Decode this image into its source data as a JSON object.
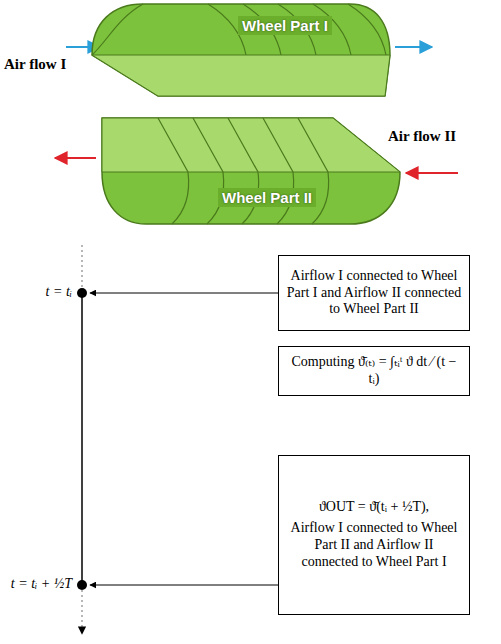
{
  "diagram": {
    "nodes": [
      {
        "text": [
          "Wheel Part I"
        ]
      },
      {
        "text": [
          "Wheel Part II"
        ]
      },
      {
        "text": [
          "Airflow I connected to Wheel Part I and Airflow II connected to Wheel Part II"
        ]
      },
      {
        "text": [
          "Computing ϑ̄₍ₜ₎ = ∫ₜᵢᵗ ϑ dt ⁄ (t − tᵢ)"
        ]
      },
      {
        "text": [
          "ϑOUT = ϑ̄(tᵢ + ½T),",
          "Airflow I connected to Wheel Part II and Airflow II connected to Wheel Part I"
        ]
      }
    ],
    "labels": [
      "Air flow I",
      "Air flow II",
      "t = tᵢ",
      "t = tᵢ + ½T"
    ]
  }
}
